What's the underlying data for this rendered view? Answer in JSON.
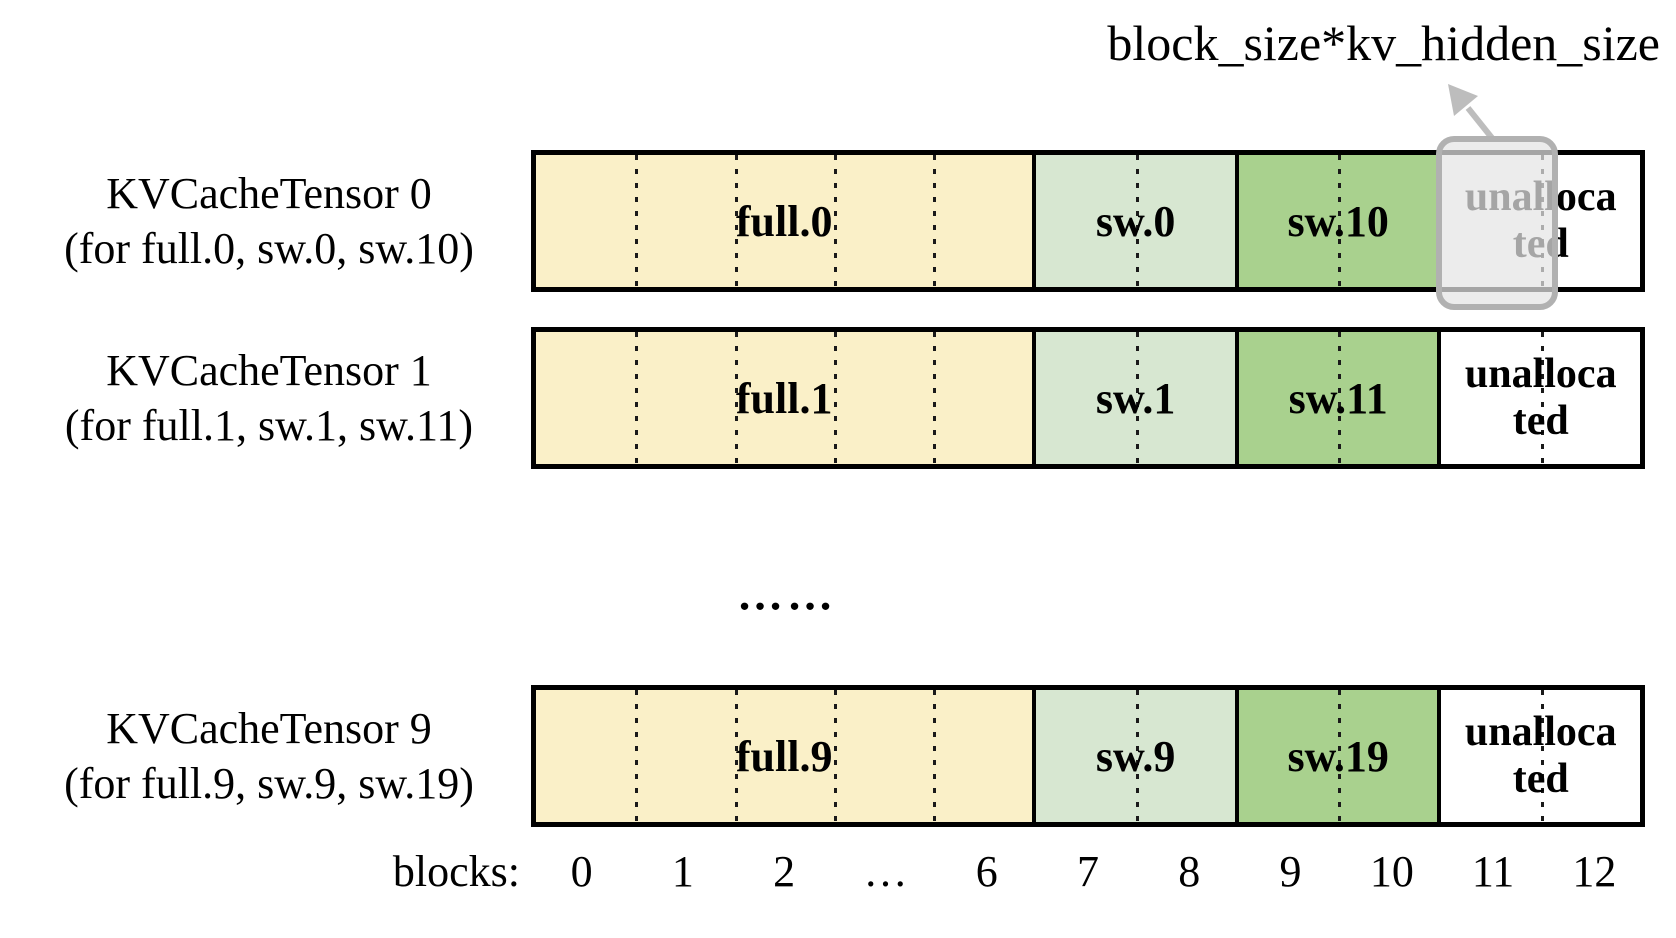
{
  "annotation": {
    "label": "block_size*kv_hidden_size"
  },
  "ellipsis": "……",
  "axis": {
    "prefix": "blocks:",
    "ticks": [
      "0",
      "1",
      "2",
      "…",
      "6",
      "7",
      "8",
      "9",
      "10",
      "11",
      "12"
    ]
  },
  "rows": [
    {
      "title": "KVCacheTensor 0",
      "subtitle": "(for full.0, sw.0, sw.10)",
      "full_label": "full.0",
      "sw_label": "sw.0",
      "sw_hi_label": "sw.10",
      "unallocated_lines": [
        "unalloca",
        "ted"
      ]
    },
    {
      "title": "KVCacheTensor 1",
      "subtitle": "(for full.1, sw.1, sw.11)",
      "full_label": "full.1",
      "sw_label": "sw.1",
      "sw_hi_label": "sw.11",
      "unallocated_lines": [
        "unalloca",
        "ted"
      ]
    },
    {
      "title": "KVCacheTensor 9",
      "subtitle": "(for full.9, sw.9, sw.19)",
      "full_label": "full.9",
      "sw_label": "sw.9",
      "sw_hi_label": "sw.19",
      "unallocated_lines": [
        "unalloca",
        "ted"
      ]
    }
  ],
  "colors": {
    "full_block": "#faf0c8",
    "sliding_window_block": "#d7e7d1",
    "sliding_window_hi_block": "#a9d18e",
    "unallocated_block": "#ffffff",
    "highlight_border": "#b1b1b1",
    "highlight_fill": "#e4e4e4",
    "arrow": "#bdbdbd",
    "border": "#000000"
  }
}
